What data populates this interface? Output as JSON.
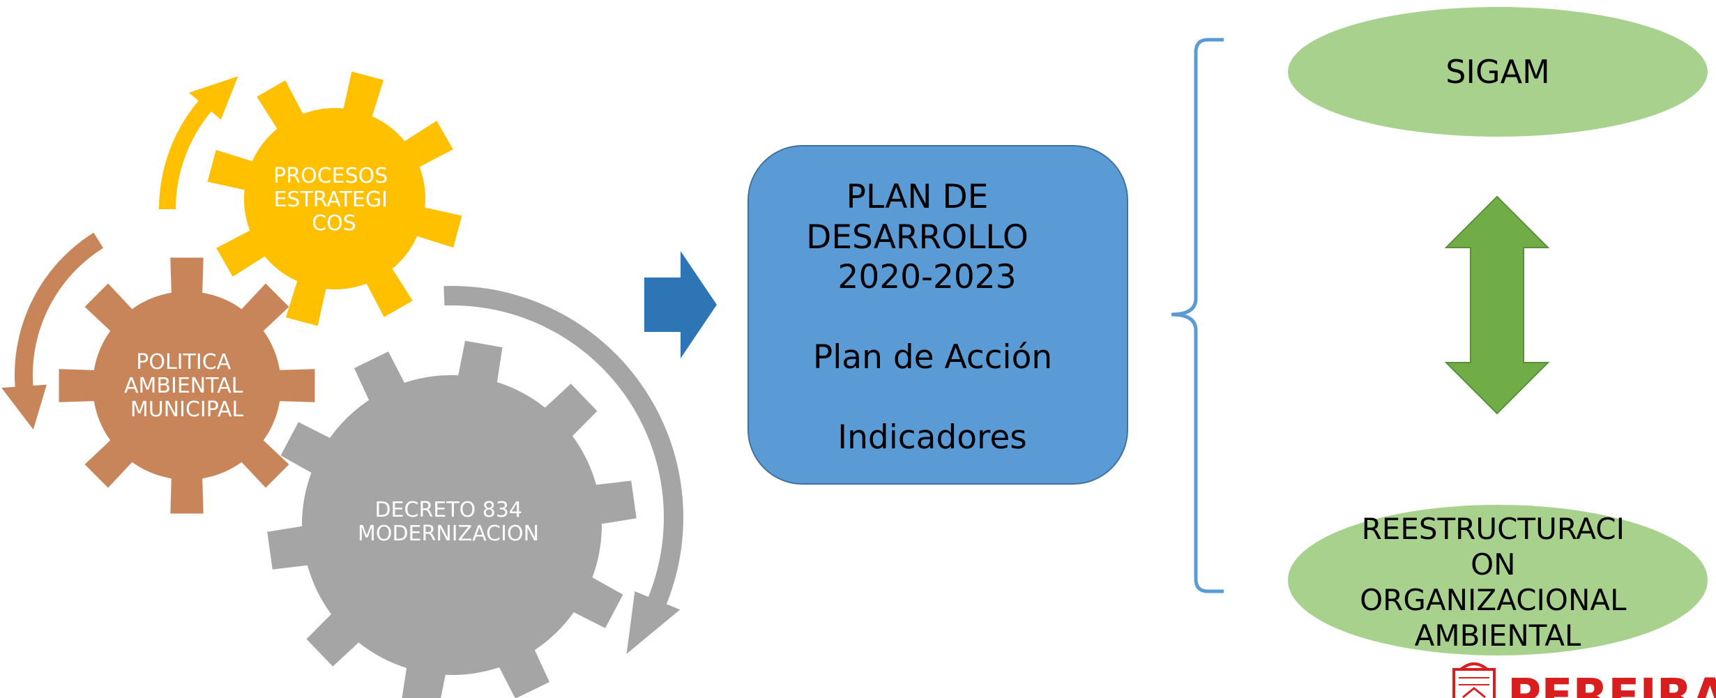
{
  "gears": {
    "procesos": {
      "lines": [
        "PROCESOS",
        "ESTRATEGI",
        "COS"
      ],
      "color": "#ffc000"
    },
    "politica": {
      "lines": [
        "POLITICA",
        "AMBIENTAL",
        "MUNICIPAL"
      ],
      "color": "#c8855a"
    },
    "decreto": {
      "lines": [
        "DECRETO 834",
        "MODERNIZACION"
      ],
      "color": "#a5a5a5"
    }
  },
  "center_box": {
    "lines": [
      "PLAN DE",
      "DESARROLLO",
      "2020-2023",
      "Plan de Acción",
      "Indicadores"
    ],
    "color": "#5b9bd5"
  },
  "arrow_color": "#2e75b6",
  "brace_color": "#5b9bd5",
  "right": {
    "top_ellipse": {
      "label": "SIGAM",
      "color": "#a9d18e"
    },
    "bottom_ellipse": {
      "lines": [
        "REESTRUCTURACI",
        "ON",
        "ORGANIZACIONAL",
        "AMBIENTAL"
      ],
      "color": "#a9d18e"
    },
    "double_arrow_color": "#70ad47"
  },
  "logo": {
    "text": "PEREIRA",
    "color": "#d81e1e"
  }
}
